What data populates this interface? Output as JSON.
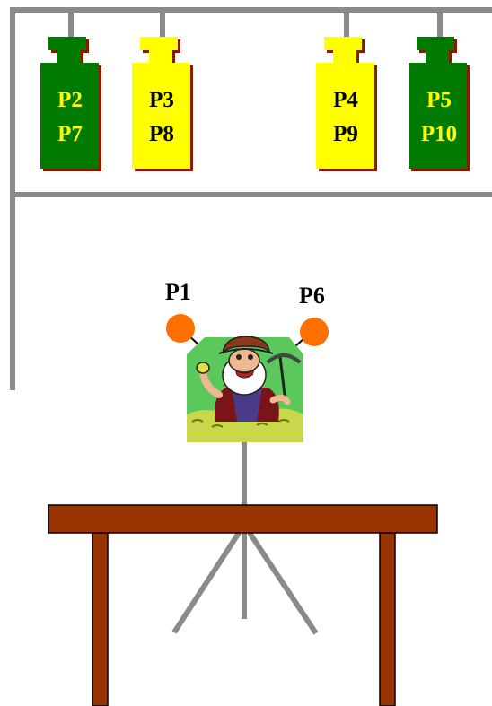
{
  "colors": {
    "frame": "#8a8a8a",
    "weight_green": "#007a00",
    "weight_yellow": "#ffff00",
    "weight_shadow": "#8b1a00",
    "ball": "#ff7000",
    "table": "#993300",
    "picture_bg": "#5bc85b",
    "picture_ground": "#c8d84a"
  },
  "weights": [
    {
      "id": "w1",
      "color": "green",
      "top_label": "P2",
      "bottom_label": "P7"
    },
    {
      "id": "w2",
      "color": "yellow",
      "top_label": "P3",
      "bottom_label": "P8"
    },
    {
      "id": "w3",
      "color": "yellow",
      "top_label": "P4",
      "bottom_label": "P9"
    },
    {
      "id": "w4",
      "color": "green",
      "top_label": "P5",
      "bottom_label": "P10"
    }
  ],
  "balls": {
    "left_label": "P1",
    "right_label": "P6"
  },
  "picture": {
    "icon": "miner-with-pickaxe-icon"
  }
}
